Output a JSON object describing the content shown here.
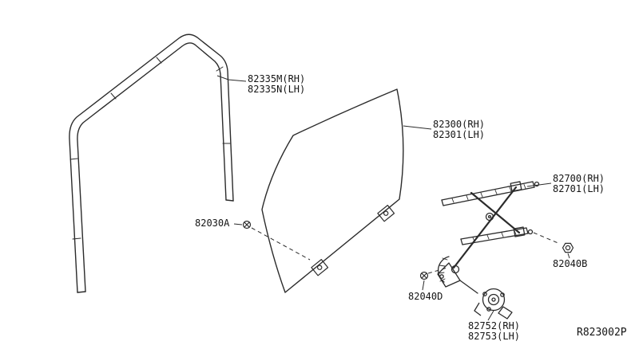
{
  "ref_code": "R823002P",
  "labels": {
    "glass_run": {
      "line1": "82335M(RH)",
      "line2": "82335N(LH)"
    },
    "glass": {
      "line1": "82300(RH)",
      "line2": "82301(LH)"
    },
    "regulator": {
      "line1": "82700(RH)",
      "line2": "82701(LH)"
    },
    "bolt_a": {
      "line1": "82030A"
    },
    "nut_b": {
      "line1": "82040B"
    },
    "bolt_d": {
      "line1": "82040D"
    },
    "motor": {
      "line1": "82752(RH)",
      "line2": "82753(LH)"
    }
  },
  "colors": {
    "line": "#2b2b2b",
    "background": "#ffffff"
  }
}
